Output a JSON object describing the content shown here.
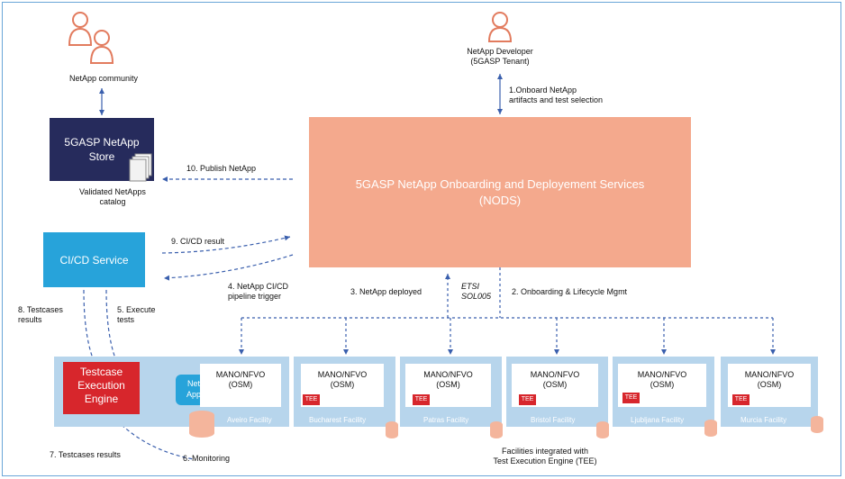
{
  "actors": {
    "community": "NetApp community",
    "developer_line1": "NetApp Developer",
    "developer_line2": "(5GASP Tenant)"
  },
  "boxes": {
    "nods_line1": "5GASP NetApp Onboarding and Deployement Services",
    "nods_line2": "(NODS)",
    "store_line1": "5GASP NetApp",
    "store_line2": "Store",
    "cicd": "CI/CD Service",
    "catalog_line1": "Validated NetApps",
    "catalog_line2": "catalog",
    "tce_line1": "Testcase",
    "tce_line2": "Execution",
    "tce_line3": "Engine",
    "netapp_line1": "Net",
    "netapp_line2": "App"
  },
  "steps": {
    "s1_line1": "1.Onboard NetApp",
    "s1_line2": "artifacts and test selection",
    "s2": "2. Onboarding & Lifecycle Mgmt",
    "s3": "3. NetApp deployed",
    "s4_line1": "4. NetApp CI/CD",
    "s4_line2": "pipeline trigger",
    "s5_line1": "5. Execute",
    "s5_line2": "tests",
    "s6": "6. Monitoring",
    "s7": "7. Testcases results",
    "s8_line1": "8. Testcases",
    "s8_line2": "results",
    "s9": "9. CI/CD result",
    "s10": "10. Publish NetApp",
    "etsi_line1": "ETSI",
    "etsi_line2": "SOL005"
  },
  "facilities": [
    {
      "name": "Aveiro Facility",
      "mano1": "MANO/NFVO",
      "mano2": "(OSM)",
      "tee": ""
    },
    {
      "name": "Bucharest Facility",
      "mano1": "MANO/NFVO",
      "mano2": "(OSM)",
      "tee": "TEE"
    },
    {
      "name": "Patras Facility",
      "mano1": "MANO/NFVO",
      "mano2": "(OSM)",
      "tee": "TEE"
    },
    {
      "name": "Bristol Facility",
      "mano1": "MANO/NFVO",
      "mano2": "(OSM)",
      "tee": "TEE"
    },
    {
      "name": "Ljubljana Facility",
      "mano1": "MANO/NFVO",
      "mano2": "(OSM)",
      "tee": "TEE"
    },
    {
      "name": "Murcia Facility",
      "mano1": "MANO/NFVO",
      "mano2": "(OSM)",
      "tee": "TEE"
    }
  ],
  "footer_note_line1": "Facilities integrated with",
  "footer_note_line2": "Test Execution Engine (TEE)",
  "colors": {
    "nods": "#f4a98d",
    "store": "#262b5c",
    "cicd": "#27a3da",
    "tce": "#d7262c",
    "facility": "#b7d5ec",
    "arrow": "#3a5fad",
    "person": "#e27b5e"
  },
  "icons": [
    "person-icon",
    "documents-icon",
    "database-icon"
  ]
}
